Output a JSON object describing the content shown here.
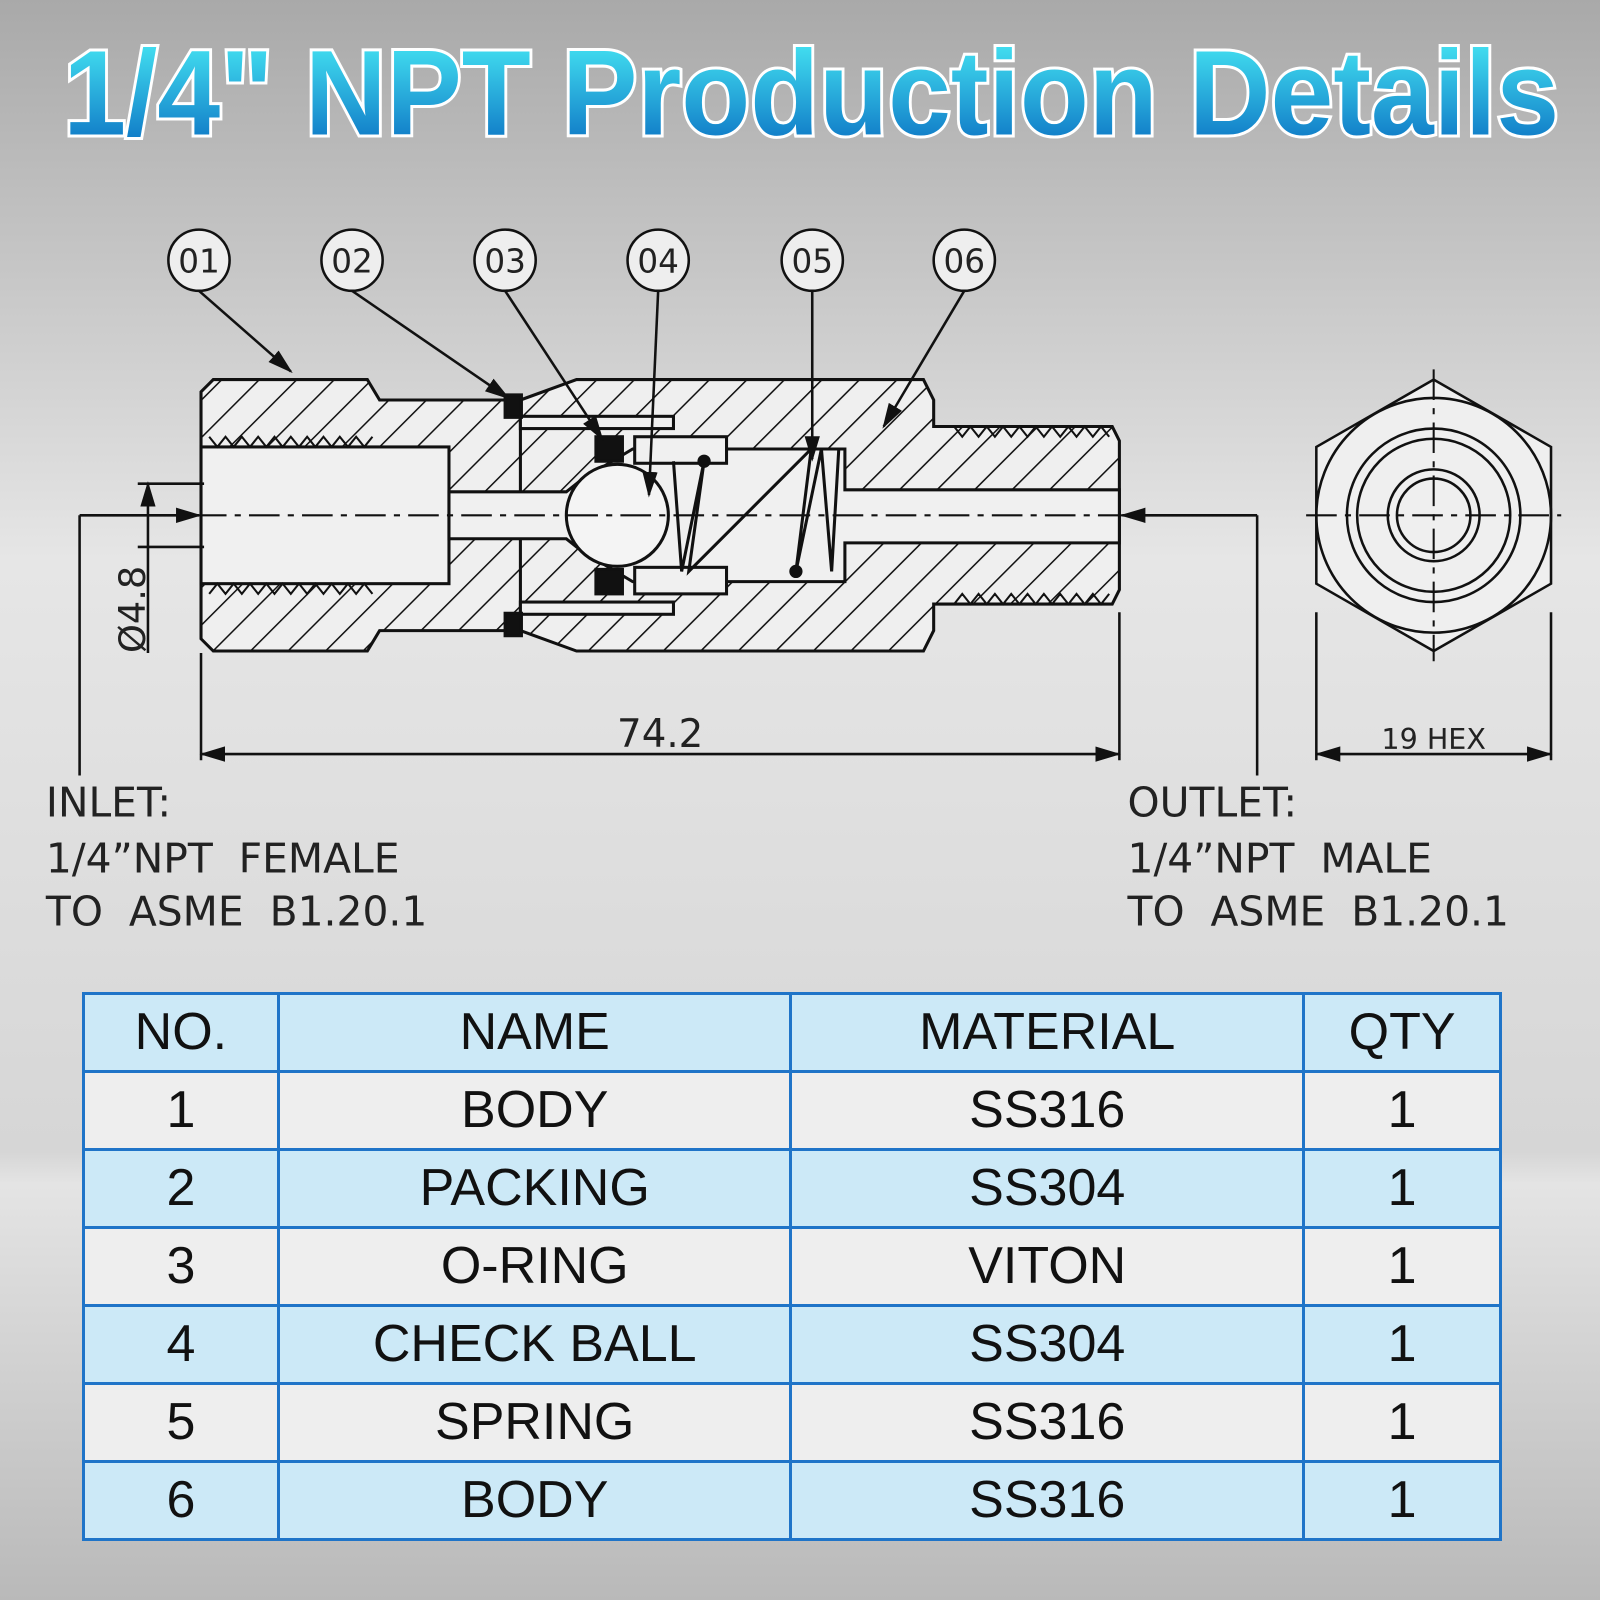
{
  "title": "1/4\" NPT Production Details",
  "colors": {
    "title_top": "#4cf2f8",
    "title_bottom": "#0667bf",
    "table_border": "#1f74c8",
    "table_blue_row": "#cce9f7",
    "table_grey_row": "#eeeeee"
  },
  "drawing": {
    "balloons": [
      "01",
      "02",
      "03",
      "04",
      "05",
      "06"
    ],
    "dim_diameter": "Ø4.8",
    "dim_length": "74.2",
    "dim_hex": "19 HEX",
    "inlet": {
      "label": "INLET:",
      "line1": "1/4”NPT  FEMALE",
      "line2": "TO  ASME  B1.20.1"
    },
    "outlet": {
      "label": "OUTLET:",
      "line1": "1/4”NPT  MALE",
      "line2": "TO  ASME  B1.20.1"
    }
  },
  "table": {
    "headers": [
      "NO.",
      "NAME",
      "MATERIAL",
      "QTY"
    ],
    "rows": [
      [
        "1",
        "BODY",
        "SS316",
        "1"
      ],
      [
        "2",
        "PACKING",
        "SS304",
        "1"
      ],
      [
        "3",
        "O-RING",
        "VITON",
        "1"
      ],
      [
        "4",
        "CHECK BALL",
        "SS304",
        "1"
      ],
      [
        "5",
        "SPRING",
        "SS316",
        "1"
      ],
      [
        "6",
        "BODY",
        "SS316",
        "1"
      ]
    ]
  }
}
